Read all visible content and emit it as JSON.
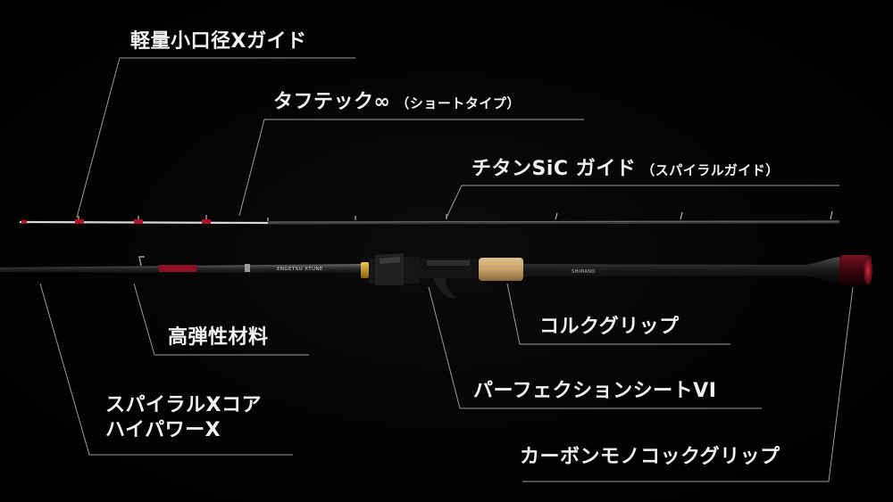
{
  "labels": {
    "guide_light": "軽量小口径Xガイド",
    "toughtec": "タフテック∞",
    "toughtec_note": "（ショートタイプ）",
    "titanium_guide": "チタンSiC ガイド",
    "titanium_note": "（スパイラルガイド）",
    "material": "高弾性材料",
    "spiral_core": "スパイラルXコア\nハイパワーX",
    "cork_grip": "コルクグリップ",
    "reel_seat": "パーフェクションシートVI",
    "carbon_grip": "カーボンモノコックグリップ"
  },
  "rod_marks": {
    "brand": "ENGETSU XTUNE",
    "maker": "SHIMANO"
  },
  "colors": {
    "background": "#000000",
    "label_text": "#f2f2f2",
    "leader_line": "#9a9a9a",
    "accent_red": "#b0122a",
    "reel_seat_gold": "#c89a2a",
    "cork": "#c7a06a"
  }
}
